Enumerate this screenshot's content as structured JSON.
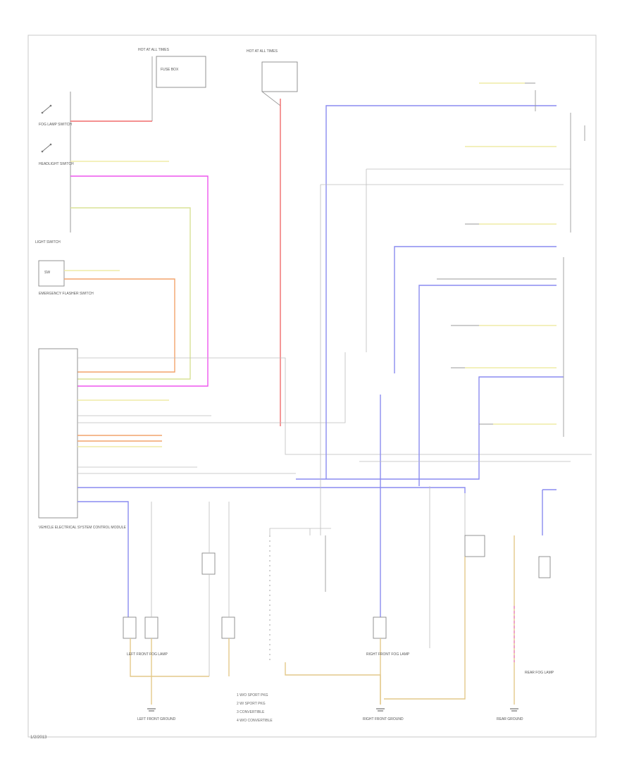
{
  "colors": {
    "red": "#f06b6b",
    "magenta": "#ee55ee",
    "yellow_green": "#d9e296",
    "orange": "#f2a46b",
    "blue": "#8a8cf0",
    "tan": "#e3c98a",
    "gray": "#bdbdbd",
    "pink": "#ec86c6",
    "white_yellow": "#f5efbf"
  },
  "labels": {
    "fog_lamp_switch": "FOG LAMP SWITCH",
    "headlight_switch": "HEADLIGHT SWITCH",
    "light_switch": "LIGHT SWITCH",
    "emergency_flasher_switch": "EMERGENCY FLASHER SWITCH",
    "vehicle_control_module": "VEHICLE ELECTRICAL SYSTEM CONTROL MODULE",
    "fuse_box": "FUSE BOX",
    "hot_at_all_times": "HOT AT ALL TIMES",
    "left_front_fog_lamp": "LEFT FRONT FOG LAMP",
    "right_front_fog_lamp": "RIGHT FRONT FOG LAMP",
    "rear_fog_lamp": "REAR FOG LAMP",
    "ground_left": "LEFT FRONT GROUND",
    "ground_right": "RIGHT FRONT GROUND",
    "ground_rear": "REAR GROUND",
    "footer_code": "1/2/2013"
  },
  "legend": [
    "1  W/O SPORT PKG",
    "2  W/ SPORT PKG",
    "3  CONVERTIBLE",
    "4  W/O CONVERTIBLE"
  ]
}
